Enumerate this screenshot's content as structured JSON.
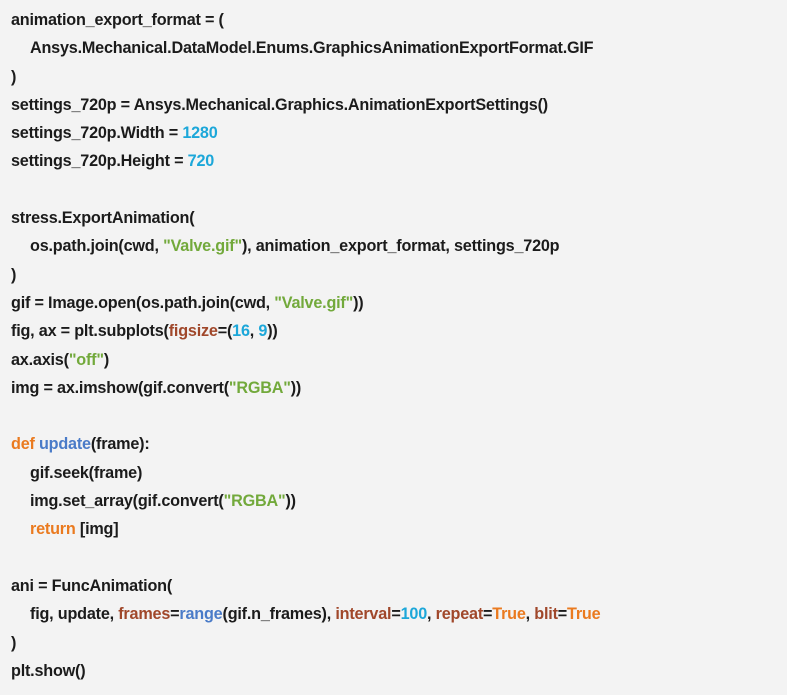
{
  "colors": {
    "background": "#f3f3f3",
    "text": "#1b1b1b",
    "number": "#1ca7d9",
    "string": "#72a93b",
    "keyword": "#ea7a1f",
    "function": "#4a7bc8",
    "param": "#a0472a"
  },
  "code": {
    "lines": [
      {
        "indent": 0,
        "tokens": [
          {
            "t": "animation_export_format = (",
            "c": "text"
          }
        ]
      },
      {
        "indent": 1,
        "tokens": [
          {
            "t": "Ansys.Mechanical.DataModel.Enums.GraphicsAnimationExportFormat.GIF",
            "c": "text"
          }
        ]
      },
      {
        "indent": 0,
        "tokens": [
          {
            "t": ")",
            "c": "text"
          }
        ]
      },
      {
        "indent": 0,
        "tokens": [
          {
            "t": "settings_720p = Ansys.Mechanical.Graphics.AnimationExportSettings()",
            "c": "text"
          }
        ]
      },
      {
        "indent": 0,
        "tokens": [
          {
            "t": "settings_720p.Width = ",
            "c": "text"
          },
          {
            "t": "1280",
            "c": "number"
          }
        ]
      },
      {
        "indent": 0,
        "tokens": [
          {
            "t": "settings_720p.Height = ",
            "c": "text"
          },
          {
            "t": "720",
            "c": "number"
          }
        ]
      },
      {
        "indent": 0,
        "tokens": []
      },
      {
        "indent": 0,
        "tokens": [
          {
            "t": "stress.ExportAnimation(",
            "c": "text"
          }
        ]
      },
      {
        "indent": 1,
        "tokens": [
          {
            "t": "os.path.join(cwd, ",
            "c": "text"
          },
          {
            "t": "\"Valve.gif\"",
            "c": "string"
          },
          {
            "t": "), animation_export_format, settings_720p",
            "c": "text"
          }
        ]
      },
      {
        "indent": 0,
        "tokens": [
          {
            "t": ")",
            "c": "text"
          }
        ]
      },
      {
        "indent": 0,
        "tokens": [
          {
            "t": "gif = Image.open(os.path.join(cwd, ",
            "c": "text"
          },
          {
            "t": "\"Valve.gif\"",
            "c": "string"
          },
          {
            "t": "))",
            "c": "text"
          }
        ]
      },
      {
        "indent": 0,
        "tokens": [
          {
            "t": "fig, ax = plt.subplots(",
            "c": "text"
          },
          {
            "t": "figsize",
            "c": "param"
          },
          {
            "t": "=(",
            "c": "text"
          },
          {
            "t": "16",
            "c": "number"
          },
          {
            "t": ", ",
            "c": "text"
          },
          {
            "t": "9",
            "c": "number"
          },
          {
            "t": "))",
            "c": "text"
          }
        ]
      },
      {
        "indent": 0,
        "tokens": [
          {
            "t": "ax.axis(",
            "c": "text"
          },
          {
            "t": "\"off\"",
            "c": "string"
          },
          {
            "t": ")",
            "c": "text"
          }
        ]
      },
      {
        "indent": 0,
        "tokens": [
          {
            "t": "img = ax.imshow(gif.convert(",
            "c": "text"
          },
          {
            "t": "\"RGBA\"",
            "c": "string"
          },
          {
            "t": "))",
            "c": "text"
          }
        ]
      },
      {
        "indent": 0,
        "tokens": []
      },
      {
        "indent": 0,
        "tokens": [
          {
            "t": "def ",
            "c": "keyword"
          },
          {
            "t": "update",
            "c": "function"
          },
          {
            "t": "(frame):",
            "c": "text"
          }
        ]
      },
      {
        "indent": 1,
        "tokens": [
          {
            "t": "gif.seek(frame)",
            "c": "text"
          }
        ]
      },
      {
        "indent": 1,
        "tokens": [
          {
            "t": "img.set_array(gif.convert(",
            "c": "text"
          },
          {
            "t": "\"RGBA\"",
            "c": "string"
          },
          {
            "t": "))",
            "c": "text"
          }
        ]
      },
      {
        "indent": 1,
        "tokens": [
          {
            "t": "return ",
            "c": "keyword"
          },
          {
            "t": "[img]",
            "c": "text"
          }
        ]
      },
      {
        "indent": 0,
        "tokens": []
      },
      {
        "indent": 0,
        "tokens": [
          {
            "t": "ani = FuncAnimation(",
            "c": "text"
          }
        ]
      },
      {
        "indent": 1,
        "tokens": [
          {
            "t": "fig, update, ",
            "c": "text"
          },
          {
            "t": "frames",
            "c": "param"
          },
          {
            "t": "=",
            "c": "text"
          },
          {
            "t": "range",
            "c": "function"
          },
          {
            "t": "(gif.n_frames), ",
            "c": "text"
          },
          {
            "t": "interval",
            "c": "param"
          },
          {
            "t": "=",
            "c": "text"
          },
          {
            "t": "100",
            "c": "number"
          },
          {
            "t": ", ",
            "c": "text"
          },
          {
            "t": "repeat",
            "c": "param"
          },
          {
            "t": "=",
            "c": "text"
          },
          {
            "t": "True",
            "c": "keyword"
          },
          {
            "t": ", ",
            "c": "text"
          },
          {
            "t": "blit",
            "c": "param"
          },
          {
            "t": "=",
            "c": "text"
          },
          {
            "t": "True",
            "c": "keyword"
          }
        ]
      },
      {
        "indent": 0,
        "tokens": [
          {
            "t": ")",
            "c": "text"
          }
        ]
      },
      {
        "indent": 0,
        "tokens": [
          {
            "t": "plt.show()",
            "c": "text"
          }
        ]
      }
    ]
  }
}
